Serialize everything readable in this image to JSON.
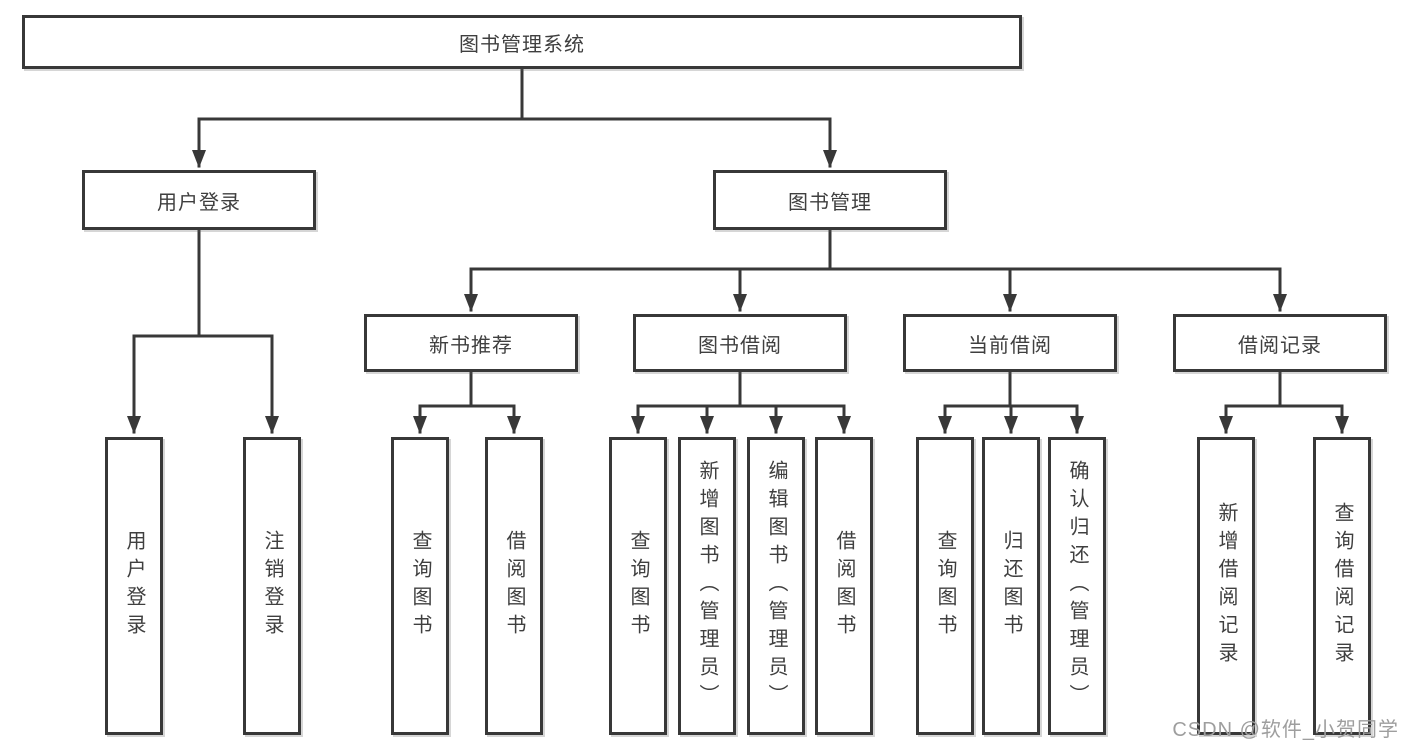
{
  "diagram": {
    "root": {
      "label": "图书管理系统"
    },
    "branches": [
      {
        "label": "用户登录",
        "children": [
          {
            "label": "用户登录"
          },
          {
            "label": "注销登录"
          }
        ]
      },
      {
        "label": "图书管理",
        "groups": [
          {
            "label": "新书推荐",
            "children": [
              {
                "label": "查询图书"
              },
              {
                "label": "借阅图书"
              }
            ]
          },
          {
            "label": "图书借阅",
            "children": [
              {
                "label": "查询图书"
              },
              {
                "label": "新增图书（管理员）"
              },
              {
                "label": "编辑图书（管理员）"
              },
              {
                "label": "借阅图书"
              }
            ]
          },
          {
            "label": "当前借阅",
            "children": [
              {
                "label": "查询图书"
              },
              {
                "label": "归还图书"
              },
              {
                "label": "确认归还（管理员）"
              }
            ]
          },
          {
            "label": "借阅记录",
            "children": [
              {
                "label": "新增借阅记录"
              },
              {
                "label": "查询借阅记录"
              }
            ]
          }
        ]
      }
    ]
  },
  "watermark": {
    "text": "CSDN @软件_小贺同学"
  },
  "colors": {
    "line": "#383838",
    "box_border": "#383838",
    "text": "#3f3f3f",
    "background": "#ffffff",
    "watermark": "#9e9e9e"
  }
}
